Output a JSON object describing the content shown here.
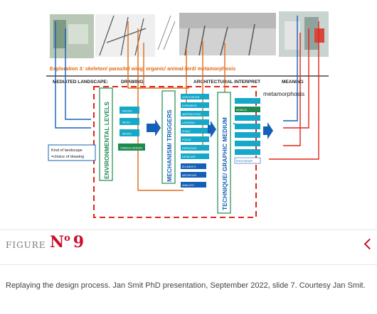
{
  "slide": {
    "exploration": "Exploration 3: skeleton/ parasite/ wing/ organic/ animal-bird/ metamorphosis",
    "headers": {
      "mediated": "MEDIATED LANDSCAPE:",
      "drawing": "DRAWING",
      "architectural": "ARCHITECTURAL INTERPRET",
      "meaning": "MEANING"
    },
    "metamorphosis": "metamorphosis",
    "env_levels": "ENVIRONMENTAL LEVELS",
    "mechanism": "MECHANISM/ TRIGGERS",
    "technique": "TECHNIQUE/ GRAPHIC MEDIUM",
    "left_boxes": [
      "MACRO",
      "MESO",
      "MICRO",
      "VISIBLE/ HIDDEN"
    ],
    "kind_note": [
      "Kind of landscape",
      "=choice of drawing"
    ],
    "mech_items": [
      "ASSOCIATION",
      "EXPANSION",
      "ABSTRACTION",
      "LAYERING",
      "SCALE",
      "FOCUS",
      "REPEATING",
      "DETAILING",
      "ELEMENTS",
      "METAPHOR",
      "ANALOGY"
    ],
    "tech_items": [
      "",
      "MODELS",
      "",
      "",
      "",
      "",
      "",
      "PHOTOSHOP"
    ],
    "colors": {
      "green": "#1f8a4f",
      "blue": "#1560b7",
      "cyan": "#16a8c9",
      "red": "#e2231a",
      "orange": "#e06a17"
    }
  },
  "figure": {
    "word": "FIGURE",
    "no": "o",
    "num": "9"
  },
  "caption": "Replaying the design process. Jan Smit PhD presentation, September 2022, slide 7. Courtesy Jan Smit."
}
